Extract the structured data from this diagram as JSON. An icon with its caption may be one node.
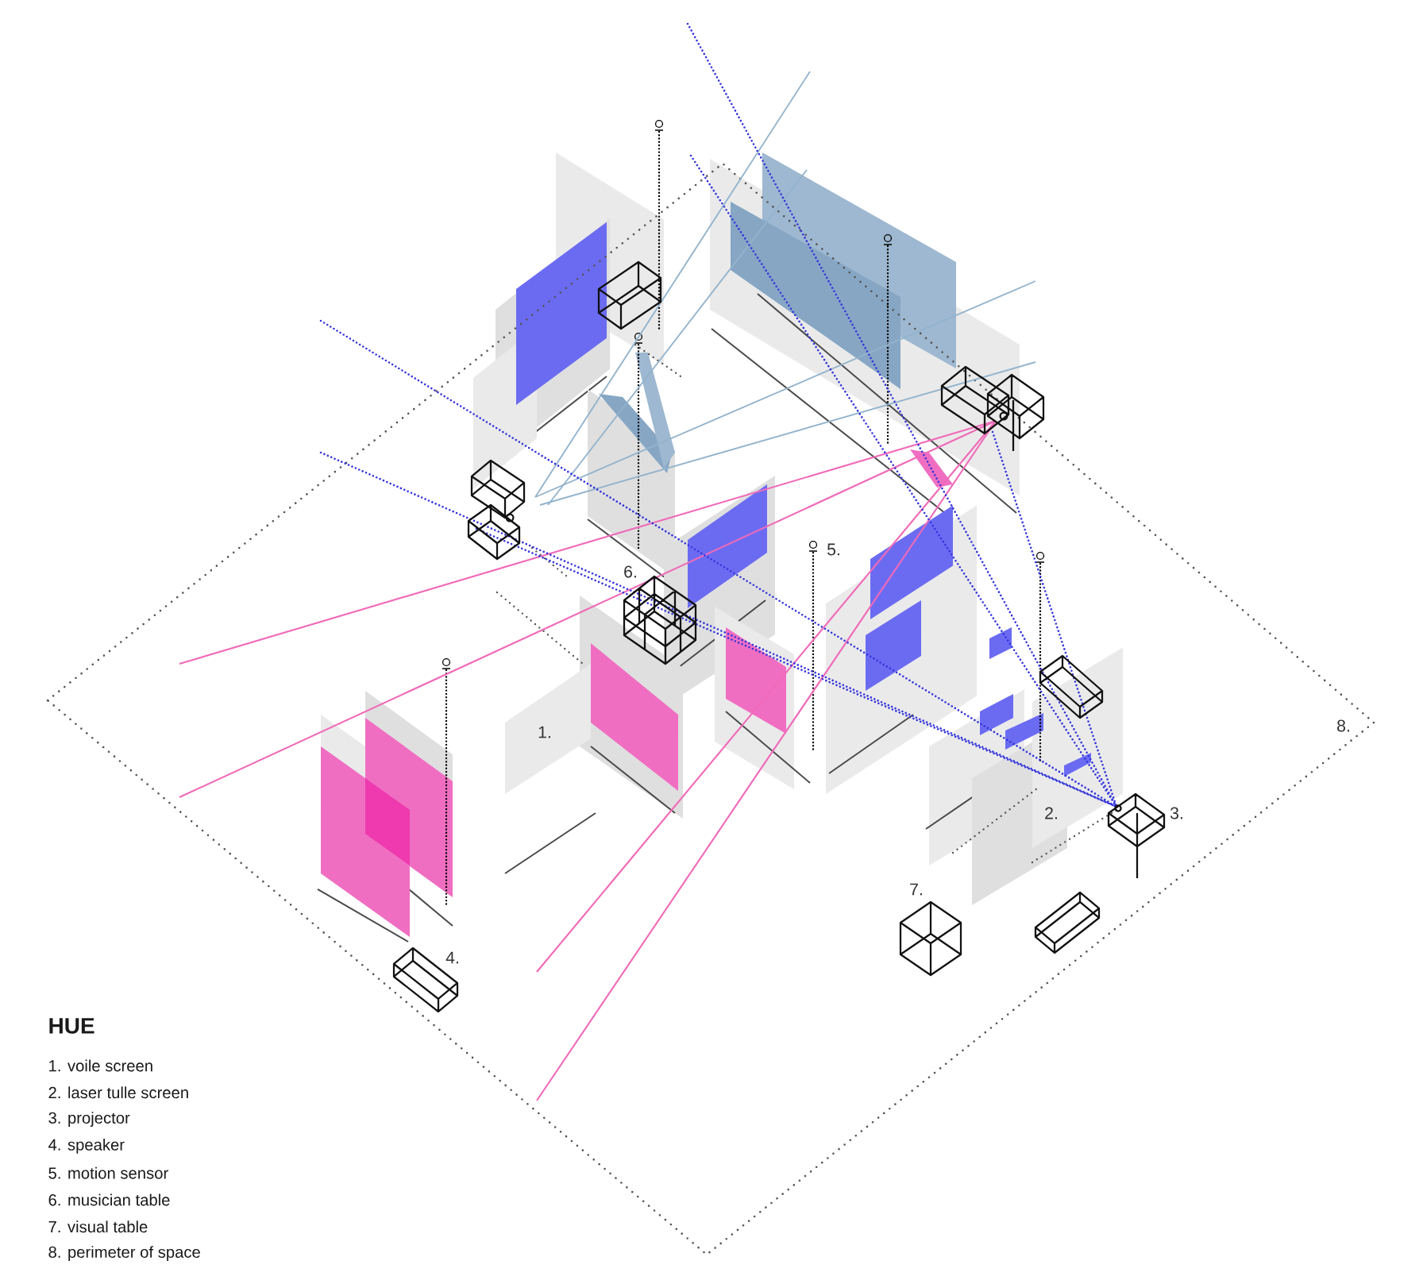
{
  "diagram": {
    "title": "HUE",
    "labels": [
      "5.",
      "6.",
      "8.",
      "1.",
      "2.",
      "3.",
      "7.",
      "4.",
      "1. voile screen",
      "2. laser tulle screen",
      "3. projector",
      "4. speaker",
      "5. motion sensor",
      "6. musician table",
      "7. visual table",
      "8. perimeter of space"
    ]
  }
}
